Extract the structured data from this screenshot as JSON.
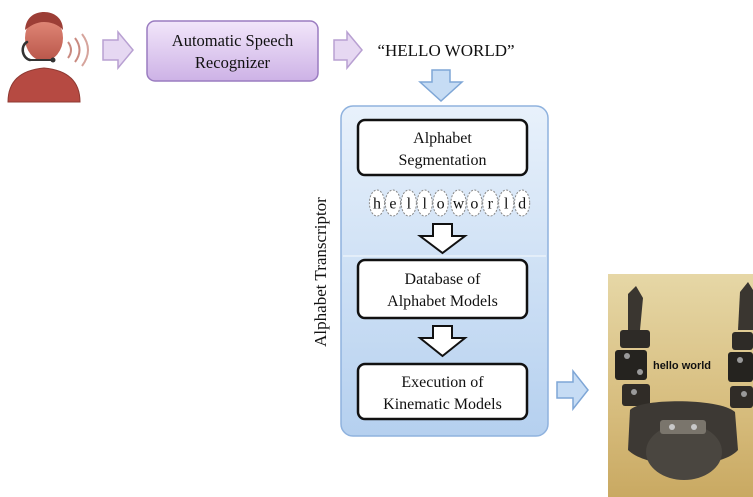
{
  "asr": {
    "label_line1": "Automatic Speech",
    "label_line2": "Recognizer"
  },
  "quote": "“HELLO WORLD”",
  "transcriptor": {
    "title": "Alphabet Transcriptor",
    "step1": {
      "line1": "Alphabet",
      "line2": "Segmentation"
    },
    "letters": [
      "h",
      "e",
      "l",
      "l",
      "o",
      "w",
      "o",
      "r",
      "l",
      "d"
    ],
    "step2": {
      "line1": "Database of",
      "line2": "Alphabet Models"
    },
    "step3": {
      "line1": "Execution of",
      "line2": "Kinematic Models"
    }
  },
  "robot": {
    "caption": "hello world"
  },
  "colors": {
    "block_arrow_fill": "#e6d8f2",
    "block_arrow_stroke": "#b8a0d2",
    "asr_fill_top": "#f2e6fa",
    "asr_fill_bottom": "#cdb2e6",
    "asr_stroke": "#9a7cc0",
    "down_arrow_fill": "#c6dcf4",
    "down_arrow_stroke": "#7ea6d6",
    "panel_top": "#e8f1fb",
    "panel_bottom": "#b5d0ef",
    "panel_stroke": "#8fb2de",
    "person_skin": "#d06a5c",
    "person_shirt": "#b64a42"
  }
}
